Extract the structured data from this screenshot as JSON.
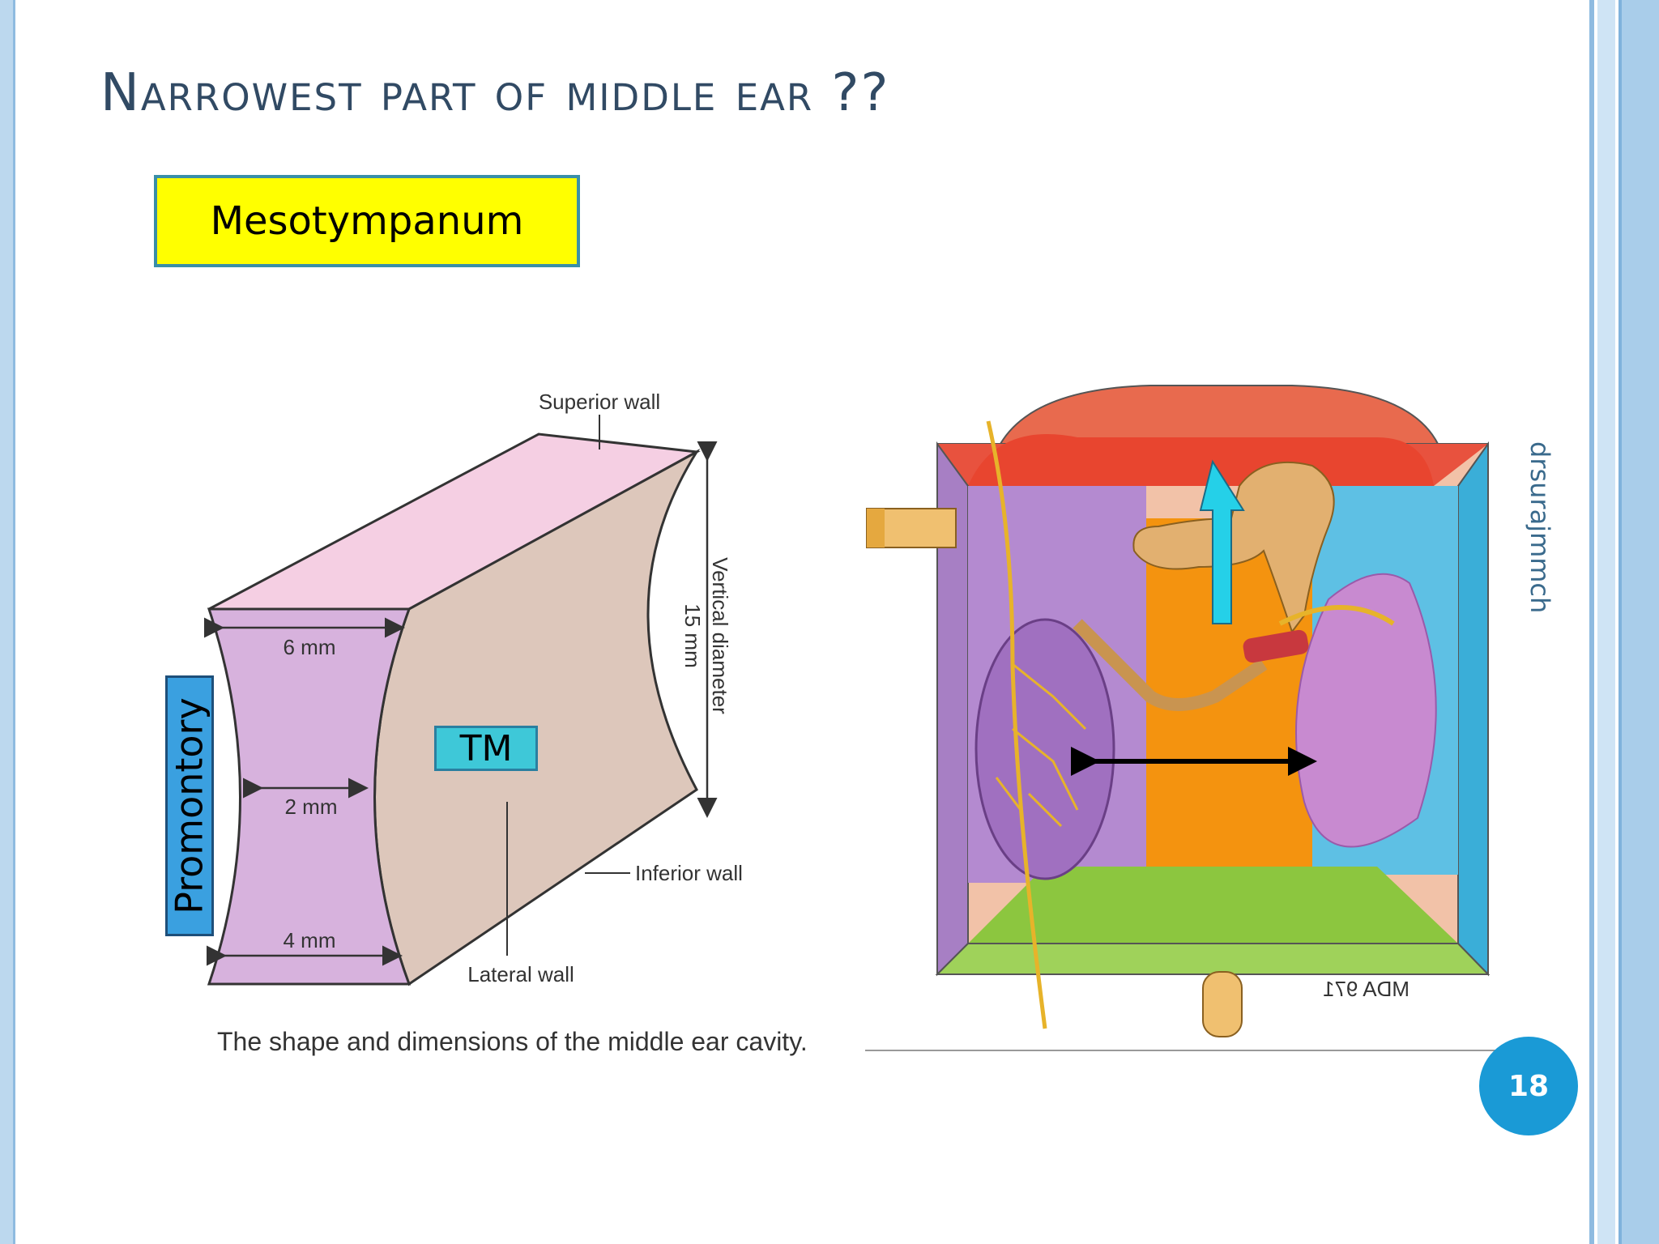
{
  "slide": {
    "title": "Narrowest part of middle ear ??",
    "answer": "Mesotympanum",
    "watermark": "drsurajmmch",
    "page_number": "18"
  },
  "figure_left": {
    "labels": {
      "superior_wall": "Superior wall",
      "inferior_wall": "Inferior wall",
      "lateral_wall": "Lateral wall",
      "vertical_diameter": "Vertical diameter",
      "vertical_value": "15 mm",
      "top_width": "6 mm",
      "middle_width": "2 mm",
      "bottom_width": "4 mm"
    },
    "overlays": {
      "tm": "TM",
      "promontory": "Promontory"
    },
    "caption": "The shape and dimensions of the middle ear cavity."
  },
  "figure_right": {
    "code": "MDA 971"
  },
  "colors": {
    "title": "#314a64",
    "answer_bg": "#ffff00",
    "page_badge": "#1a9ad6",
    "superior_face": "#f5cfe3",
    "medial_face": "#d7b2dd",
    "lateral_face": "#ddc7bb"
  }
}
